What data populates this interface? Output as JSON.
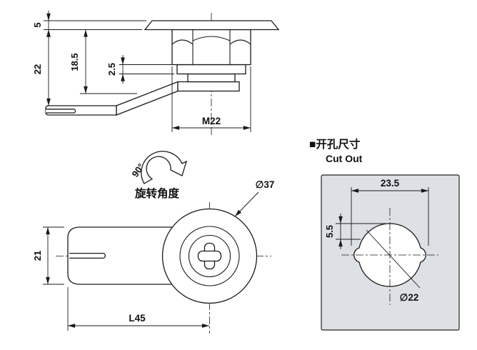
{
  "colors": {
    "line": "#1a1a1a",
    "panel_fill": "#dde1e6",
    "background": "#ffffff"
  },
  "side_view": {
    "dim_cap_height": "5",
    "dim_overall": "22",
    "dim_under_head": "18.5",
    "dim_washer": "2.5",
    "dim_thread": "M22"
  },
  "rotation": {
    "dim_angle": "90°",
    "label": "旋转角度"
  },
  "front_view": {
    "dim_height": "21",
    "dim_length": "L45",
    "dim_face": "∅37"
  },
  "cutout": {
    "heading_marker": "■",
    "heading_cn": "开孔尺寸",
    "heading_en": "Cut Out",
    "dim_width": "23.5",
    "dim_offset": "5.5",
    "dim_hole": "∅22"
  }
}
